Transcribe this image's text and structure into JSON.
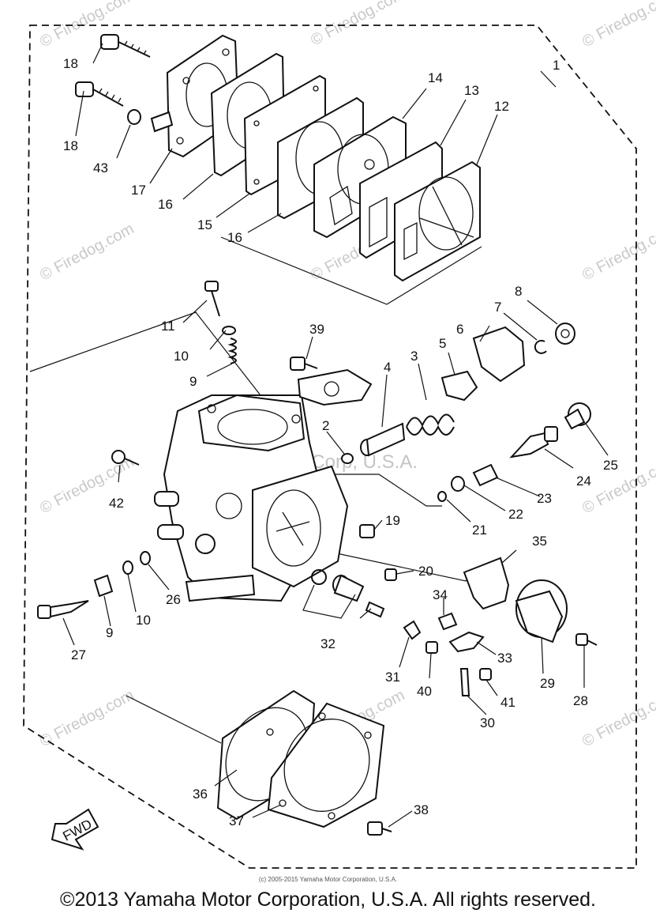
{
  "diagram": {
    "callouts": [
      "1",
      "2",
      "3",
      "4",
      "5",
      "6",
      "7",
      "8",
      "9",
      "10",
      "11",
      "12",
      "13",
      "14",
      "15",
      "16",
      "17",
      "18",
      "19",
      "20",
      "21",
      "22",
      "23",
      "24",
      "25",
      "26",
      "27",
      "28",
      "29",
      "30",
      "31",
      "32",
      "33",
      "34",
      "35",
      "36",
      "37",
      "38",
      "39",
      "40",
      "41",
      "42",
      "43"
    ],
    "labels": {
      "p1": "1",
      "p2": "2",
      "p3": "3",
      "p4": "4",
      "p5": "5",
      "p6": "6",
      "p7": "7",
      "p8": "8",
      "p9a": "9",
      "p9b": "9",
      "p10a": "10",
      "p10b": "10",
      "p11": "11",
      "p12": "12",
      "p13": "13",
      "p14": "14",
      "p15": "15",
      "p16a": "16",
      "p16b": "16",
      "p17": "17",
      "p18a": "18",
      "p18b": "18",
      "p19": "19",
      "p20": "20",
      "p21": "21",
      "p22": "22",
      "p23": "23",
      "p24": "24",
      "p25": "25",
      "p26": "26",
      "p27": "27",
      "p28": "28",
      "p29": "29",
      "p30": "30",
      "p31": "31",
      "p32": "32",
      "p33": "33",
      "p34": "34",
      "p35": "35",
      "p36": "36",
      "p37": "37",
      "p38": "38",
      "p39": "39",
      "p40": "40",
      "p41": "41",
      "p42": "42",
      "p43": "43"
    },
    "fwd_label": "FWD",
    "watermark": "© Firedog.com",
    "watermark_center": "Yamaha Motor Corp, U.S.A."
  },
  "footer": {
    "small_copyright": "(c) 2005-2015 Yamaha Motor Corporation, U.S.A.",
    "copyright": "©2013 Yamaha Motor Corporation, U.S.A. All rights reserved."
  }
}
